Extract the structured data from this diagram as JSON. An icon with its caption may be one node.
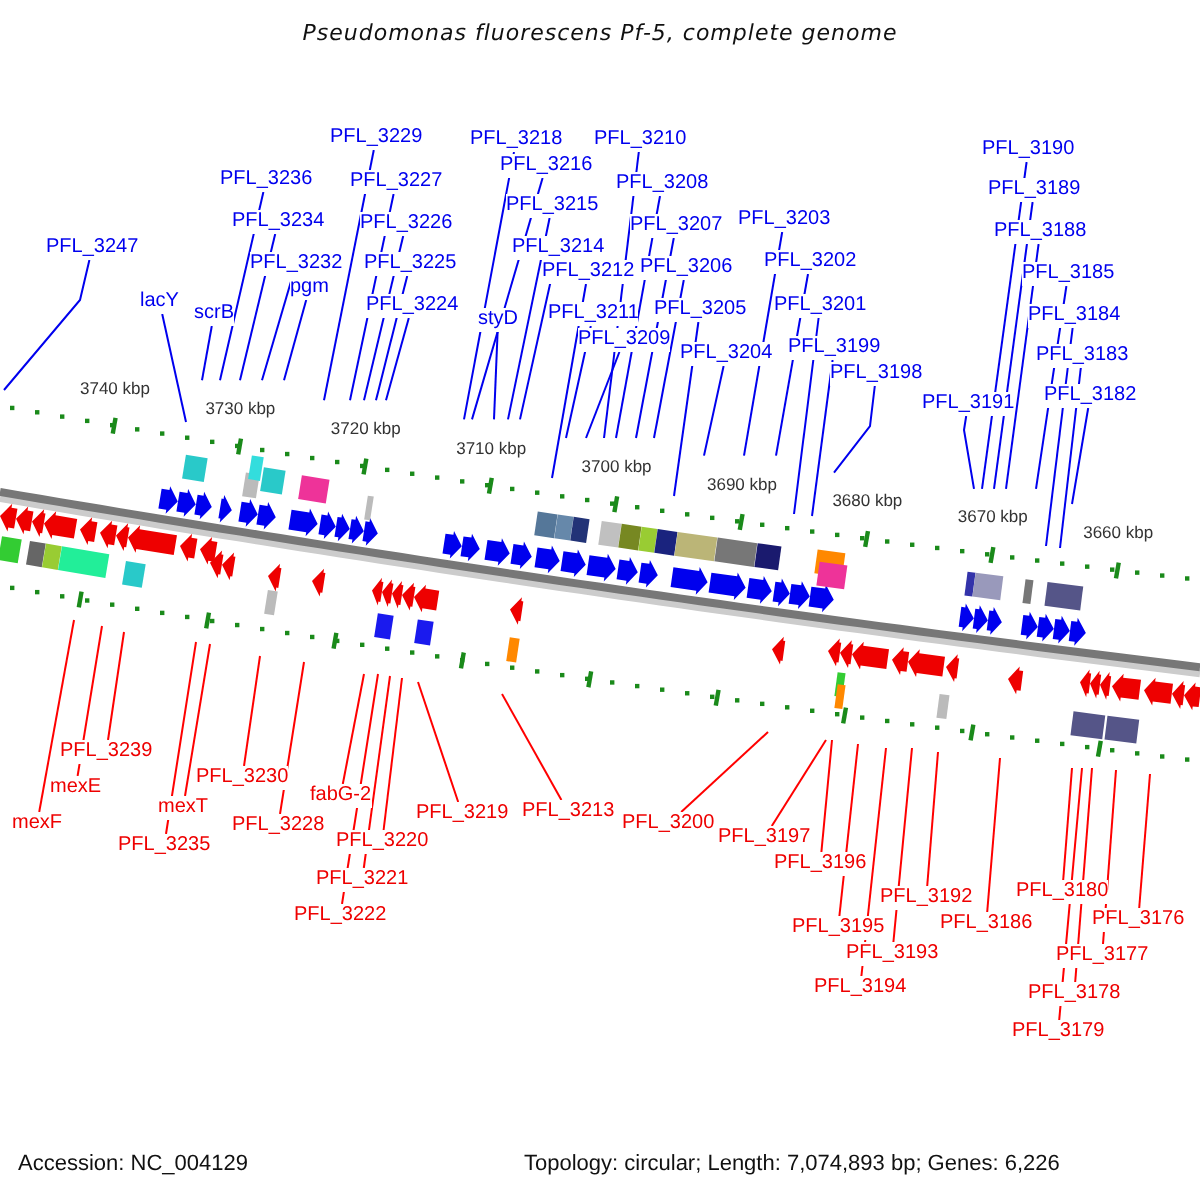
{
  "diagram": {
    "title": "Pseudomonas fluorescens Pf-5, complete genome",
    "nodes": [
      {
        "text": [
          "PFL_3247"
        ]
      },
      {
        "text": [
          "lacY"
        ]
      },
      {
        "text": [
          "scrB"
        ]
      },
      {
        "text": [
          "PFL_3236"
        ]
      },
      {
        "text": [
          "PFL_3234"
        ]
      },
      {
        "text": [
          "PFL_3232"
        ]
      },
      {
        "text": [
          "pgm"
        ]
      },
      {
        "text": [
          "PFL_3229"
        ]
      },
      {
        "text": [
          "PFL_3227"
        ]
      },
      {
        "text": [
          "PFL_3226"
        ]
      },
      {
        "text": [
          "PFL_3225"
        ]
      },
      {
        "text": [
          "PFL_3224"
        ]
      },
      {
        "text": [
          "PFL_3218"
        ]
      },
      {
        "text": [
          "PFL_3216"
        ]
      },
      {
        "text": [
          "styD"
        ]
      },
      {
        "text": [
          "PFL_3215"
        ]
      },
      {
        "text": [
          "PFL_3214"
        ]
      },
      {
        "text": [
          "PFL_3212"
        ]
      },
      {
        "text": [
          "PFL_3211"
        ]
      },
      {
        "text": [
          "PFL_3209"
        ]
      },
      {
        "text": [
          "PFL_3210"
        ]
      },
      {
        "text": [
          "PFL_3208"
        ]
      },
      {
        "text": [
          "PFL_3207"
        ]
      },
      {
        "text": [
          "PFL_3206"
        ]
      },
      {
        "text": [
          "PFL_3205"
        ]
      },
      {
        "text": [
          "PFL_3204"
        ]
      },
      {
        "text": [
          "PFL_3203"
        ]
      },
      {
        "text": [
          "PFL_3202"
        ]
      },
      {
        "text": [
          "PFL_3201"
        ]
      },
      {
        "text": [
          "PFL_3199"
        ]
      },
      {
        "text": [
          "PFL_3198"
        ]
      },
      {
        "text": [
          "PFL_3191"
        ]
      },
      {
        "text": [
          "PFL_3190"
        ]
      },
      {
        "text": [
          "PFL_3189"
        ]
      },
      {
        "text": [
          "PFL_3188"
        ]
      },
      {
        "text": [
          "PFL_3185"
        ]
      },
      {
        "text": [
          "PFL_3184"
        ]
      },
      {
        "text": [
          "PFL_3183"
        ]
      },
      {
        "text": [
          "PFL_3182"
        ]
      },
      {
        "text": [
          "mexF"
        ]
      },
      {
        "text": [
          "mexE"
        ]
      },
      {
        "text": [
          "PFL_3239"
        ]
      },
      {
        "text": [
          "PFL_3235"
        ]
      },
      {
        "text": [
          "mexT"
        ]
      },
      {
        "text": [
          "PFL_3230"
        ]
      },
      {
        "text": [
          "PFL_3228"
        ]
      },
      {
        "text": [
          "PFL_3222"
        ]
      },
      {
        "text": [
          "PFL_3221"
        ]
      },
      {
        "text": [
          "fabG-2"
        ]
      },
      {
        "text": [
          "PFL_3220"
        ]
      },
      {
        "text": [
          "PFL_3219"
        ]
      },
      {
        "text": [
          "PFL_3213"
        ]
      },
      {
        "text": [
          "PFL_3200"
        ]
      },
      {
        "text": [
          "PFL_3197"
        ]
      },
      {
        "text": [
          "PFL_3196"
        ]
      },
      {
        "text": [
          "PFL_3195"
        ]
      },
      {
        "text": [
          "PFL_3194"
        ]
      },
      {
        "text": [
          "PFL_3193"
        ]
      },
      {
        "text": [
          "PFL_3192"
        ]
      },
      {
        "text": [
          "PFL_3186"
        ]
      },
      {
        "text": [
          "PFL_3180"
        ]
      },
      {
        "text": [
          "PFL_3179"
        ]
      },
      {
        "text": [
          "PFL_3178"
        ]
      },
      {
        "text": [
          "PFL_3177"
        ]
      },
      {
        "text": [
          "PFL_3176"
        ]
      }
    ],
    "edges": [
      {
        "from": 0,
        "to": null,
        "arrow": "none"
      },
      {
        "from": 1,
        "to": null,
        "arrow": "none"
      },
      {
        "from": 2,
        "to": null,
        "arrow": "none"
      },
      {
        "from": 3,
        "to": null,
        "arrow": "none"
      },
      {
        "from": 4,
        "to": null,
        "arrow": "none"
      },
      {
        "from": 5,
        "to": null,
        "arrow": "none"
      },
      {
        "from": 6,
        "to": null,
        "arrow": "none"
      },
      {
        "from": 7,
        "to": null,
        "arrow": "none"
      },
      {
        "from": 8,
        "to": null,
        "arrow": "none"
      },
      {
        "from": 9,
        "to": null,
        "arrow": "none"
      },
      {
        "from": 10,
        "to": null,
        "arrow": "none"
      },
      {
        "from": 11,
        "to": null,
        "arrow": "none"
      },
      {
        "from": 12,
        "to": null,
        "arrow": "none"
      },
      {
        "from": 13,
        "to": null,
        "arrow": "none"
      },
      {
        "from": 14,
        "to": null,
        "arrow": "none"
      },
      {
        "from": 15,
        "to": null,
        "arrow": "none"
      },
      {
        "from": 16,
        "to": null,
        "arrow": "none"
      },
      {
        "from": 17,
        "to": null,
        "arrow": "none"
      },
      {
        "from": 18,
        "to": null,
        "arrow": "none"
      },
      {
        "from": 19,
        "to": null,
        "arrow": "none"
      },
      {
        "from": 20,
        "to": null,
        "arrow": "none"
      },
      {
        "from": 21,
        "to": null,
        "arrow": "none"
      },
      {
        "from": 22,
        "to": null,
        "arrow": "none"
      },
      {
        "from": 23,
        "to": null,
        "arrow": "none"
      },
      {
        "from": 24,
        "to": null,
        "arrow": "none"
      },
      {
        "from": 25,
        "to": null,
        "arrow": "none"
      },
      {
        "from": 26,
        "to": null,
        "arrow": "none"
      },
      {
        "from": 27,
        "to": null,
        "arrow": "none"
      },
      {
        "from": 28,
        "to": null,
        "arrow": "none"
      },
      {
        "from": 29,
        "to": null,
        "arrow": "none"
      },
      {
        "from": 30,
        "to": null,
        "arrow": "none"
      },
      {
        "from": 31,
        "to": null,
        "arrow": "none"
      },
      {
        "from": 32,
        "to": null,
        "arrow": "none"
      },
      {
        "from": 33,
        "to": null,
        "arrow": "none"
      },
      {
        "from": 34,
        "to": null,
        "arrow": "none"
      },
      {
        "from": 35,
        "to": null,
        "arrow": "none"
      },
      {
        "from": 36,
        "to": null,
        "arrow": "none"
      },
      {
        "from": 37,
        "to": null,
        "arrow": "none"
      },
      {
        "from": 38,
        "to": null,
        "arrow": "none"
      },
      {
        "from": 39,
        "to": null,
        "arrow": "none",
        "color": "#ff0000"
      },
      {
        "from": 40,
        "to": null,
        "arrow": "none",
        "color": "#ff0000"
      },
      {
        "from": 41,
        "to": null,
        "arrow": "none",
        "color": "#ff0000"
      },
      {
        "from": 42,
        "to": null,
        "arrow": "none",
        "color": "#ff0000"
      },
      {
        "from": 43,
        "to": null,
        "arrow": "none",
        "color": "#ff0000"
      },
      {
        "from": 44,
        "to": null,
        "arrow": "none",
        "color": "#ff0000"
      },
      {
        "from": 45,
        "to": null,
        "arrow": "none",
        "color": "#ff0000"
      },
      {
        "from": 46,
        "to": null,
        "arrow": "none",
        "color": "#ff0000"
      },
      {
        "from": 47,
        "to": null,
        "arrow": "none",
        "color": "#ff0000"
      },
      {
        "from": 48,
        "to": null,
        "arrow": "none",
        "color": "#ff0000"
      },
      {
        "from": 49,
        "to": null,
        "arrow": "none",
        "color": "#ff0000"
      },
      {
        "from": 50,
        "to": null,
        "arrow": "none",
        "color": "#ff0000"
      },
      {
        "from": 51,
        "to": null,
        "arrow": "none",
        "color": "#ff0000"
      },
      {
        "from": 52,
        "to": null,
        "arrow": "none",
        "color": "#ff0000"
      },
      {
        "from": 53,
        "to": null,
        "arrow": "none",
        "color": "#ff0000"
      },
      {
        "from": 54,
        "to": null,
        "arrow": "none",
        "color": "#ff0000"
      },
      {
        "from": 55,
        "to": null,
        "arrow": "none",
        "color": "#ff0000"
      },
      {
        "from": 56,
        "to": null,
        "arrow": "none",
        "color": "#ff0000"
      },
      {
        "from": 57,
        "to": null,
        "arrow": "none",
        "color": "#ff0000"
      },
      {
        "from": 58,
        "to": null,
        "arrow": "none",
        "color": "#ff0000"
      },
      {
        "from": 59,
        "to": null,
        "arrow": "none",
        "color": "#ff0000"
      },
      {
        "from": 60,
        "to": null,
        "arrow": "none",
        "color": "#ff0000"
      },
      {
        "from": 61,
        "to": null,
        "arrow": "none",
        "color": "#ff0000"
      },
      {
        "from": 62,
        "to": null,
        "arrow": "none",
        "color": "#ff0000"
      },
      {
        "from": 63,
        "to": null,
        "arrow": "none",
        "color": "#ff0000"
      },
      {
        "from": 64,
        "to": null,
        "arrow": "none",
        "color": "#ff0000"
      }
    ],
    "labels": [
      "3740 kbp",
      "3730 kbp",
      "3720 kbp",
      "3710 kbp",
      "3700 kbp",
      "3690 kbp",
      "3680 kbp",
      "3670 kbp",
      "3660 kbp",
      "Accession: NC_004129",
      "Topology: circular; Length: 7,074,893 bp; Genes: 6,226"
    ]
  }
}
